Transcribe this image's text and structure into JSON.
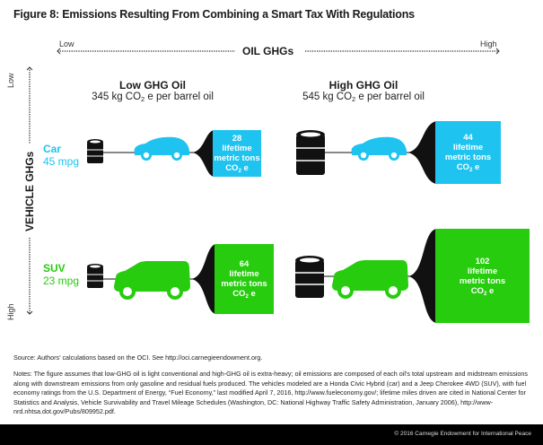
{
  "title": "Figure 8: Emissions Resulting From Combining a Smart Tax With Regulations",
  "oil_axis": {
    "label": "OIL GHGs",
    "low": "Low",
    "high": "High"
  },
  "vehicle_axis": {
    "label": "VEHICLE GHGs",
    "low": "Low",
    "high": "High"
  },
  "columns": [
    {
      "name": "Low GHG Oil",
      "detail_prefix": "345 kg CO",
      "detail_sub": "2",
      "detail_suffix": " e per barrel oil"
    },
    {
      "name": "High GHG Oil",
      "detail_prefix": "545 kg CO",
      "detail_sub": "2",
      "detail_suffix": " e per barrel oil"
    }
  ],
  "rows": [
    {
      "name": "Car",
      "mpg": "45 mpg",
      "color": "#1ec3f0"
    },
    {
      "name": "SUV",
      "mpg": "23 mpg",
      "color": "#27cc0e"
    }
  ],
  "cells": [
    {
      "value": "28",
      "unit1": "lifetime",
      "unit2": "metric tons",
      "co2": "CO",
      "co2_sub": "2",
      "co2_suffix": " e"
    },
    {
      "value": "44",
      "unit1": "lifetime",
      "unit2": "metric tons",
      "co2": "CO",
      "co2_sub": "2",
      "co2_suffix": " e"
    },
    {
      "value": "64",
      "unit1": "lifetime",
      "unit2": "metric tons",
      "co2": "CO",
      "co2_sub": "2",
      "co2_suffix": " e"
    },
    {
      "value": "102",
      "unit1": "lifetime",
      "unit2": "metric tons",
      "co2": "CO",
      "co2_sub": "2",
      "co2_suffix": " e"
    }
  ],
  "source": "Source: Authors’ calculations based on the OCI. See http://oci.carnegieendowment.org.",
  "notes": "Notes: The figure assumes that low-GHG oil is light conventional and high-GHG oil is extra-heavy; oil emissions are composed of each oil’s total upstream and midstream emissions along with downstream emissions from only gasoline and residual fuels produced. The vehicles modeled are a Honda Civic Hybrid (car) and a Jeep Cherokee 4WD (SUV), with fuel economy ratings from the U.S. Department of Energy, “Fuel Economy,” last modified April 7, 2016, http://www.fueleconomy.gov/; lifetime miles driven are cited in National Center for Statistics and Analysis, Vehicle Survivability and Travel Mileage Schedules (Washington, DC: National Highway Traffic Safety Administration, January 2006), http://www-nrd.nhtsa.dot.gov/Pubs/809952.pdf.",
  "footer": "© 2016 Carnegie Endowment for International Peace",
  "colors": {
    "car": "#1ec3f0",
    "suv": "#27cc0e",
    "barrel": "#111111",
    "footer_bg": "#000000"
  }
}
